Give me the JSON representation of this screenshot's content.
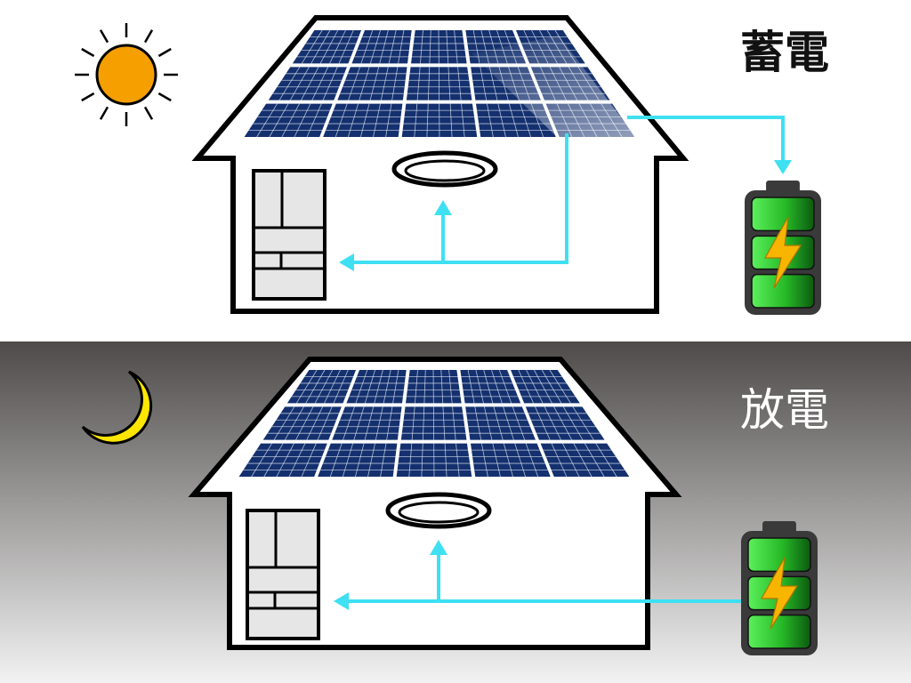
{
  "panels": {
    "day": {
      "label": "蓄電",
      "scene": "day",
      "icon": "sun-icon",
      "battery_level": 1.0
    },
    "night": {
      "label": "放電",
      "scene": "night",
      "icon": "moon-icon",
      "battery_level": 1.0
    }
  },
  "colors": {
    "flow_arrow": "#3ee0f2",
    "sun": "#f5a000",
    "moon": "#ffe600",
    "solar_panel": "#14306e",
    "panel_grid": "#e8eef8",
    "battery_cell": "#2fd12f",
    "battery_case": "#3a3a3a",
    "bolt": "#f7b500",
    "night_gradient_top": "#4e4b4a",
    "night_gradient_bottom": "#f2f2f2"
  }
}
